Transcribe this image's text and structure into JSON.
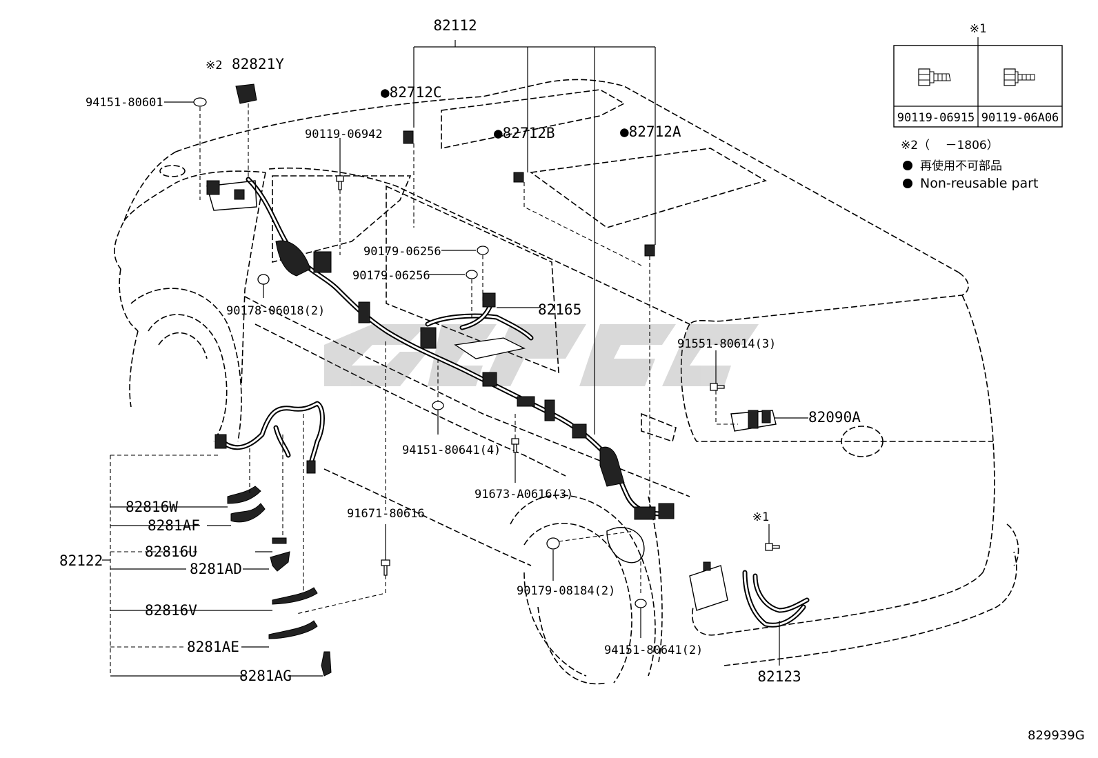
{
  "labels": {
    "main_harness": "82112",
    "p82821Y": "82821Y",
    "p82821Y_mark": "※2",
    "nut_94151_80601": "94151-80601",
    "clip_82712C": "●82712C",
    "bolt_90119_06942": "90119-06942",
    "clip_82712B": "●82712B",
    "clip_82712A": "●82712A",
    "nut_90179_06256_a": "90179-06256",
    "nut_90179_06256_b": "90179-06256",
    "p82165": "82165",
    "nut_90178_06018": "90178-06018(2)",
    "bolt_91551_80614": "91551-80614(3)",
    "p82090A": "82090A",
    "nut_94151_80641_4": "94151-80641(4)",
    "bolt_91673_A0616": "91673-A0616(3)",
    "bolt_91671_80616": "91671-80616",
    "nut_90179_08184": "90179-08184(2)",
    "nut_94151_80641_2": "94151-80641(2)",
    "p82123": "82123",
    "mark_1_bolt": "※1",
    "p82122": "82122",
    "p82816W": "82816W",
    "p8281AF": "8281AF",
    "p82816U": "82816U",
    "p8281AD": "8281AD",
    "p82816V": "82816V",
    "p8281AE": "8281AE",
    "p8281AG": "8281AG"
  },
  "legend_table": {
    "header": "※1",
    "cells": [
      "90119-06915",
      "90119-06A06"
    ]
  },
  "notes": {
    "note2": "※2（　 －1806）",
    "bullet": "●",
    "jp": "再使用不可部品",
    "en": "Non-reusable part"
  },
  "figure_code": "829939G"
}
